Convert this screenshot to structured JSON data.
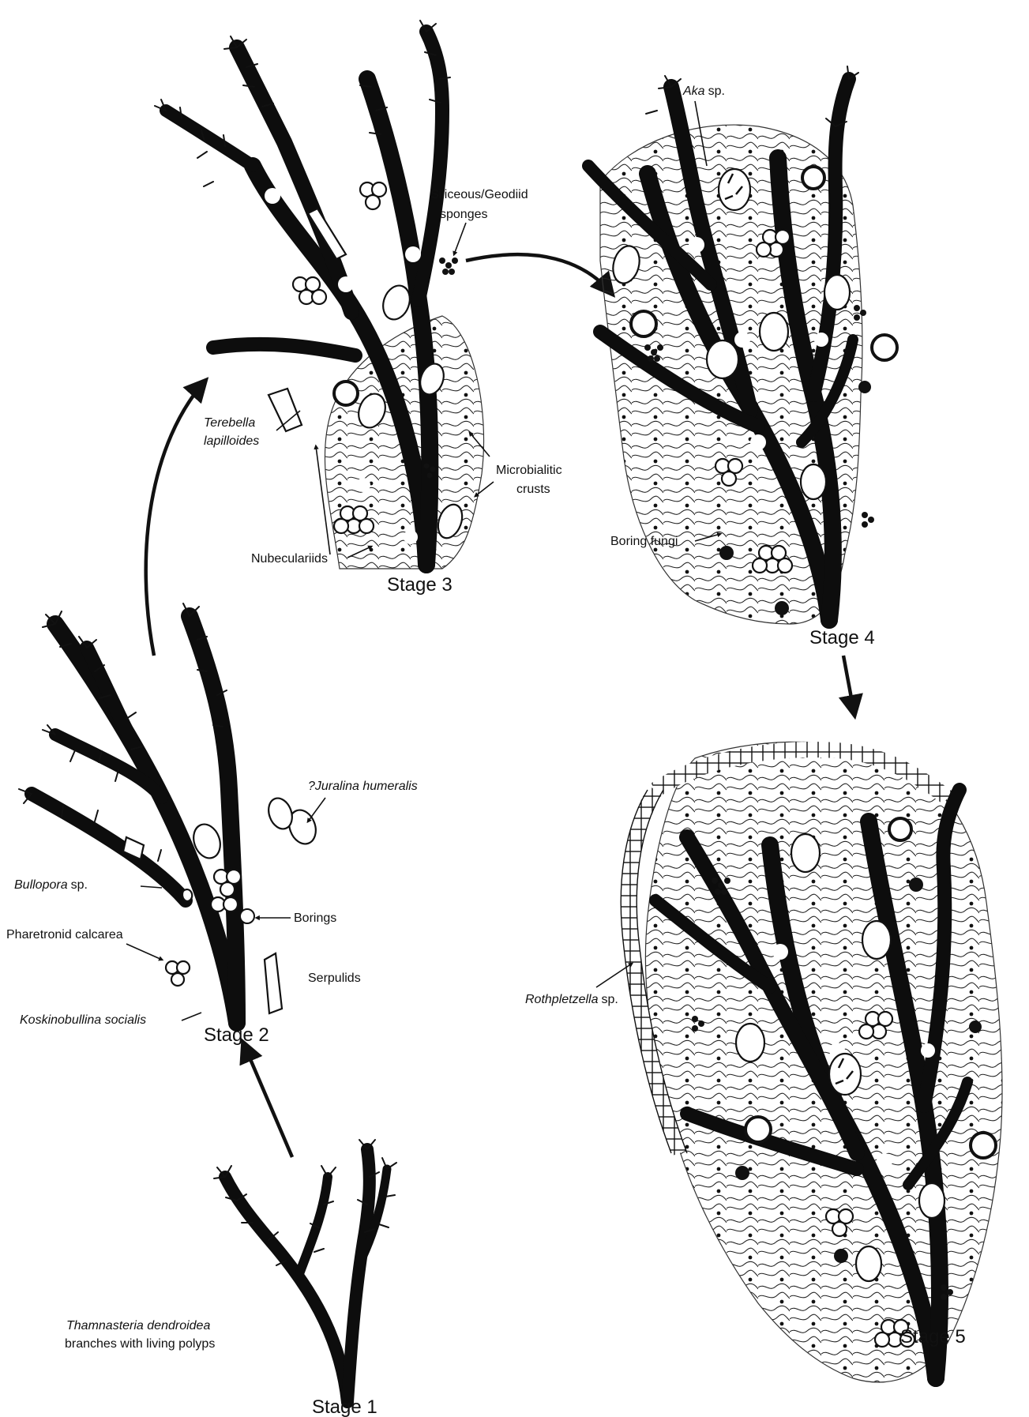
{
  "stages": {
    "s1": "Stage 1",
    "s2": "Stage 2",
    "s3": "Stage 3",
    "s4": "Stage 4",
    "s5": "Stage 5"
  },
  "stage1": {
    "taxon": "Thamnasteria dendroidea",
    "desc": "branches with living polyps"
  },
  "stage2": {
    "juralina": "?Juralina humeralis",
    "bullopora_it": "Bullopora",
    "bullopora_sp": "sp.",
    "borings": "Borings",
    "pharetronid": "Pharetronid calcarea",
    "serpulids": "Serpulids",
    "koskinobullina": "Koskinobullina socialis"
  },
  "stage3": {
    "siliceous": "Siliceous/Geodiid",
    "sponges": "sponges",
    "terebella1": "Terebella",
    "terebella2": "lapilloides",
    "microbialitic": "Microbialitic",
    "crusts": "crusts",
    "nubeculariids": "Nubeculariids"
  },
  "stage4": {
    "aka_it": "Aka",
    "aka_sp": "sp.",
    "boring_fungi": "Boring fungi"
  },
  "stage5": {
    "rothpletzella_it": "Rothpletzella",
    "rothpletzella_sp": "sp."
  }
}
